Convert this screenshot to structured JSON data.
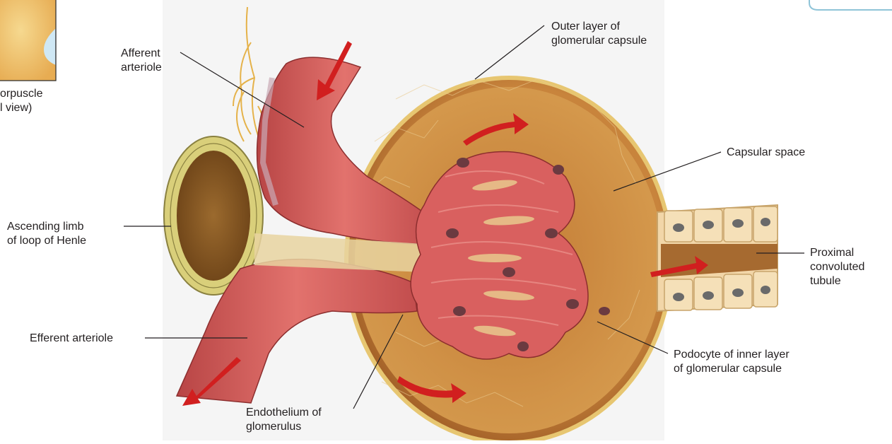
{
  "thumbnail": {
    "caption_line1": "orpuscle",
    "caption_line2": "l view)"
  },
  "labels": {
    "afferent_arteriole": [
      "Afferent",
      "arteriole"
    ],
    "outer_layer": [
      "Outer layer of",
      "glomerular capsule"
    ],
    "capsular_space": "Capsular space",
    "ascending_limb": [
      "Ascending limb",
      "of loop of Henle"
    ],
    "proximal_tubule": [
      "Proximal",
      "convoluted",
      "tubule"
    ],
    "efferent_arteriole": "Efferent arteriole",
    "podocyte": [
      "Podocyte of inner layer",
      "of glomerular capsule"
    ],
    "endothelium": [
      "Endothelium of",
      "glomerulus"
    ]
  },
  "colors": {
    "capsule_wall": "#e9c57a",
    "capsule_inner": "#c98a3e",
    "capsule_dark": "#9a5a22",
    "vessel": "#d9605f",
    "vessel_dark": "#a8383c",
    "arrow": "#d11f1f",
    "tubule_cell": "#f2d6a8",
    "nucleus": "#6a6a6a",
    "henle_lumen": "#8b5d2a",
    "henle_cells": "#d9cf7a",
    "thumb_sky": "#cfe8f5",
    "thumb_ball": "#f2c66b"
  }
}
